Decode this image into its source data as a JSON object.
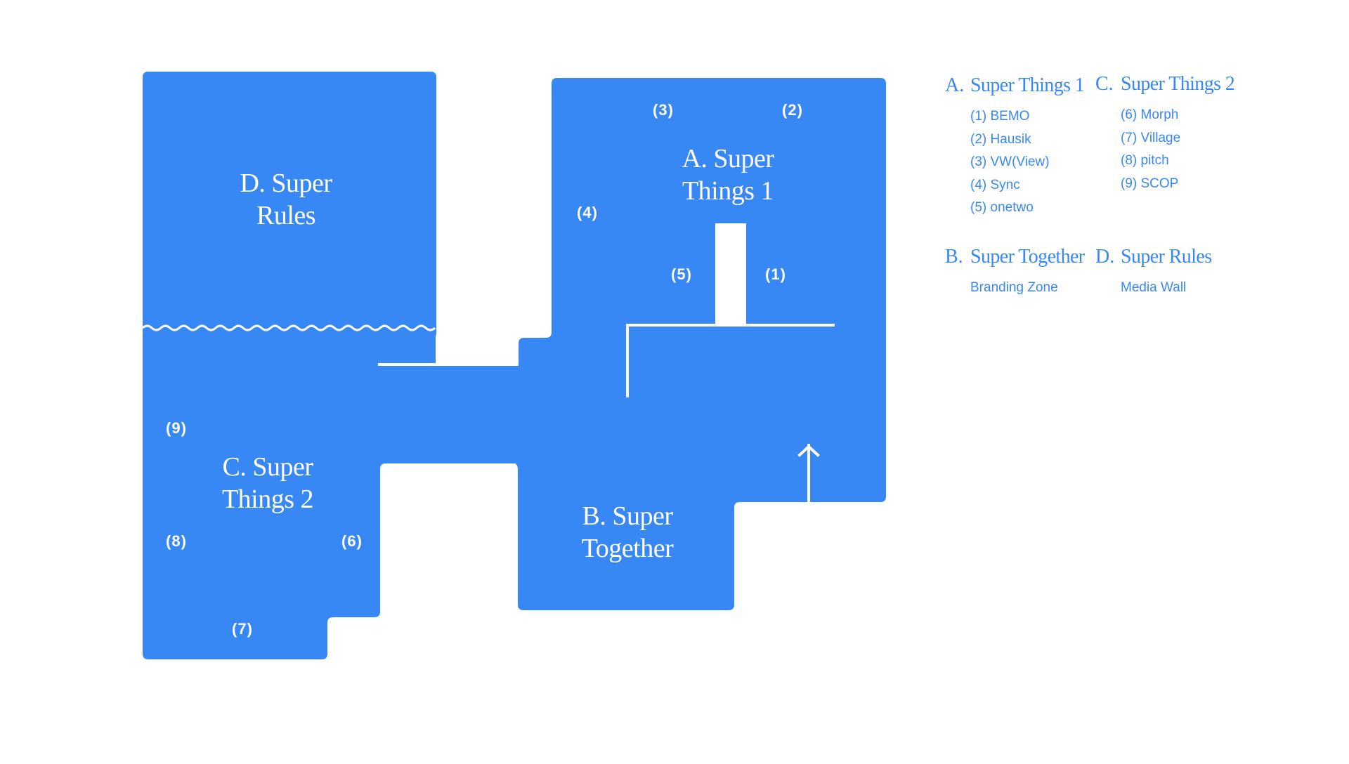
{
  "colors": {
    "zone_fill": "#3787f5",
    "background": "#ffffff",
    "line": "#ffffff"
  },
  "map": {
    "zones": [
      {
        "id": "A",
        "line1": "A. Super",
        "line2": "Things 1"
      },
      {
        "id": "B",
        "line1": "B. Super",
        "line2": "Together"
      },
      {
        "id": "C",
        "line1": "C. Super",
        "line2": "Things 2"
      },
      {
        "id": "D",
        "line1": "D. Super",
        "line2": "Rules"
      }
    ],
    "booths": [
      "(1)",
      "(2)",
      "(3)",
      "(4)",
      "(5)",
      "(6)",
      "(7)",
      "(8)",
      "(9)"
    ],
    "icons": [
      "wavy-divider",
      "entrance-arrow-icon"
    ]
  },
  "legend": [
    {
      "letter": "A.",
      "title": "Super Things 1",
      "items": [
        "(1) BEMO",
        "(2) Hausik",
        "(3) VW(View)",
        "(4) Sync",
        "(5) onetwo"
      ]
    },
    {
      "letter": "C.",
      "title": "Super Things 2",
      "items": [
        "(6) Morph",
        "(7) Village",
        "(8) pitch",
        "(9) SCOP"
      ]
    },
    {
      "letter": "B.",
      "title": "Super Together",
      "items": [
        "Branding Zone"
      ]
    },
    {
      "letter": "D.",
      "title": "Super Rules",
      "items": [
        "Media Wall"
      ]
    }
  ]
}
